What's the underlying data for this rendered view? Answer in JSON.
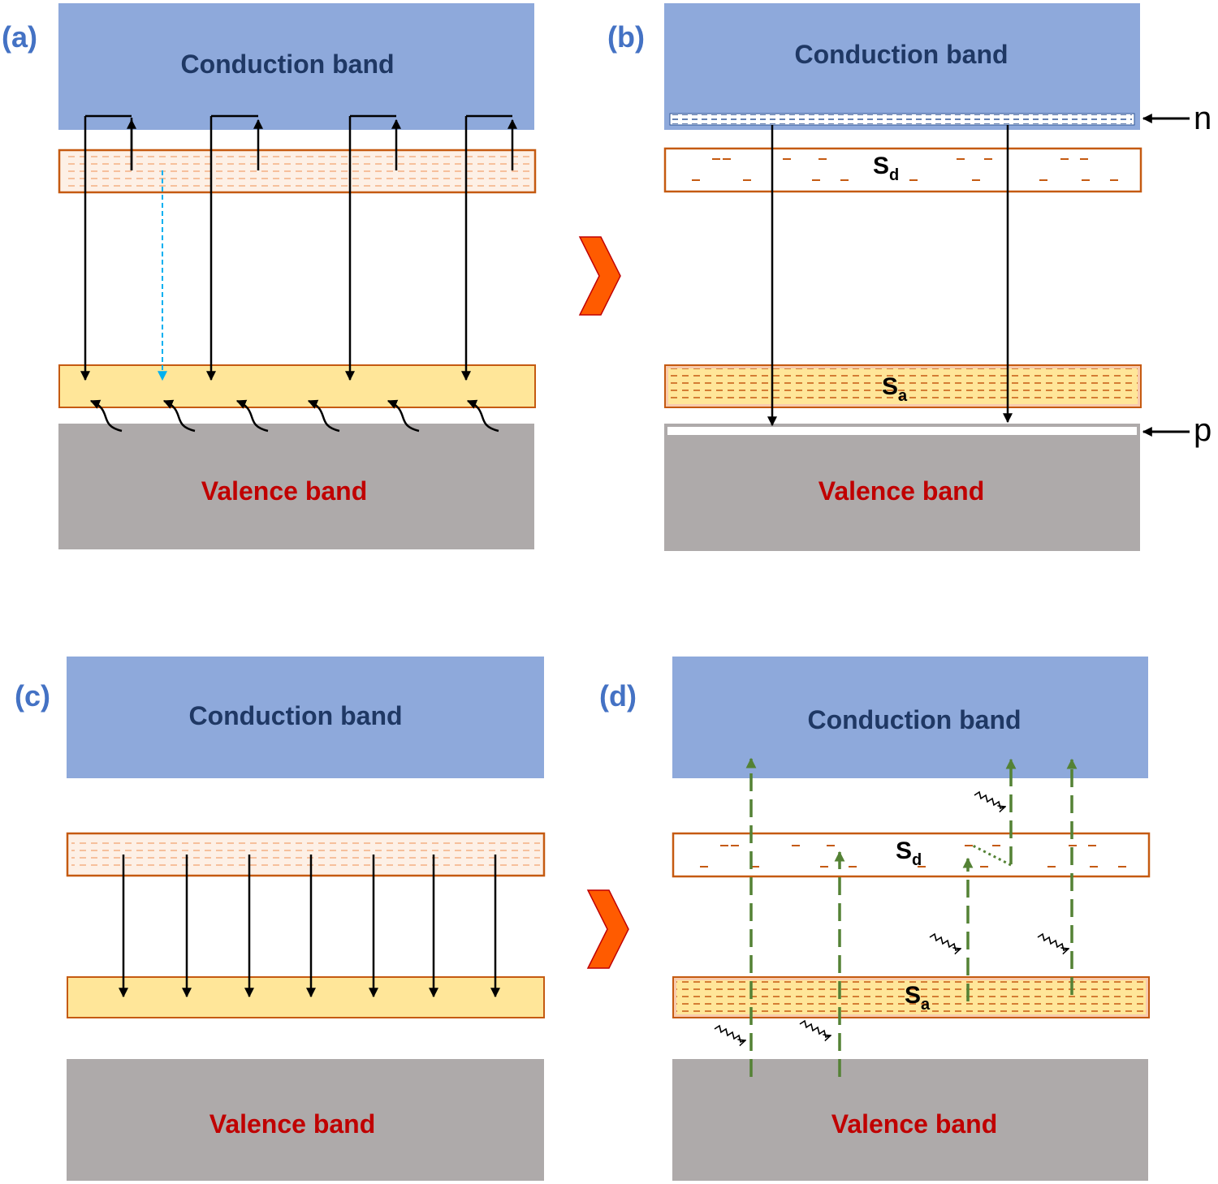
{
  "panels": {
    "a": {
      "label": "(a)",
      "conduction": "Conduction band",
      "valence": "Valence band"
    },
    "b": {
      "label": "(b)",
      "conduction": "Conduction band",
      "valence": "Valence band",
      "donor": "S",
      "donor_sub": "d",
      "acceptor": "S",
      "acceptor_sub": "a",
      "n_label": "n",
      "p_label": "p"
    },
    "c": {
      "label": "(c)",
      "conduction": "Conduction band",
      "valence": "Valence band"
    },
    "d": {
      "label": "(d)",
      "conduction": "Conduction band",
      "valence": "Valence band",
      "donor": "S",
      "donor_sub": "d",
      "acceptor": "S",
      "acceptor_sub": "a"
    }
  },
  "colors": {
    "conduction": "#8EA9DB",
    "conduction_text": "#1F3864",
    "valence": "#AEAAAA",
    "valence_text": "#C00000",
    "donor_border": "#C55A11",
    "donor_fill": "#FCE4D6",
    "acceptor_fill": "#FFE699",
    "acceptor_border": "#C55A11",
    "panel_label": "#4472C4",
    "green_arrow": "#548235",
    "cyan_arrow": "#00B0F0",
    "chevron": "#FF5B00"
  }
}
